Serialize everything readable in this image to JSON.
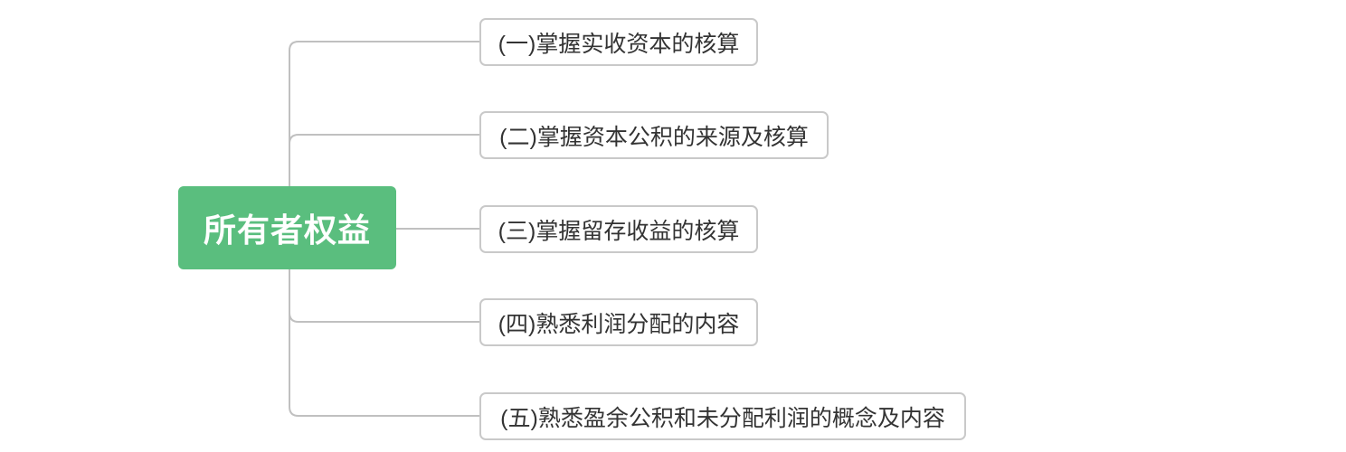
{
  "diagram": {
    "type": "mindmap",
    "root": {
      "label": "所有者权益"
    },
    "branches": [
      {
        "label": "(一)掌握实收资本的核算"
      },
      {
        "label": "(二)掌握资本公积的来源及核算"
      },
      {
        "label": "(三)掌握留存收益的核算"
      },
      {
        "label": "(四)熟悉利润分配的内容"
      },
      {
        "label": "(五)熟悉盈余公积和未分配利润的概念及内容"
      }
    ],
    "colors": {
      "root_bg": "#5abe7e",
      "root_text": "#ffffff",
      "branch_border": "#c9c9c9",
      "branch_text": "#333333",
      "connector": "#c0c0c0"
    }
  }
}
